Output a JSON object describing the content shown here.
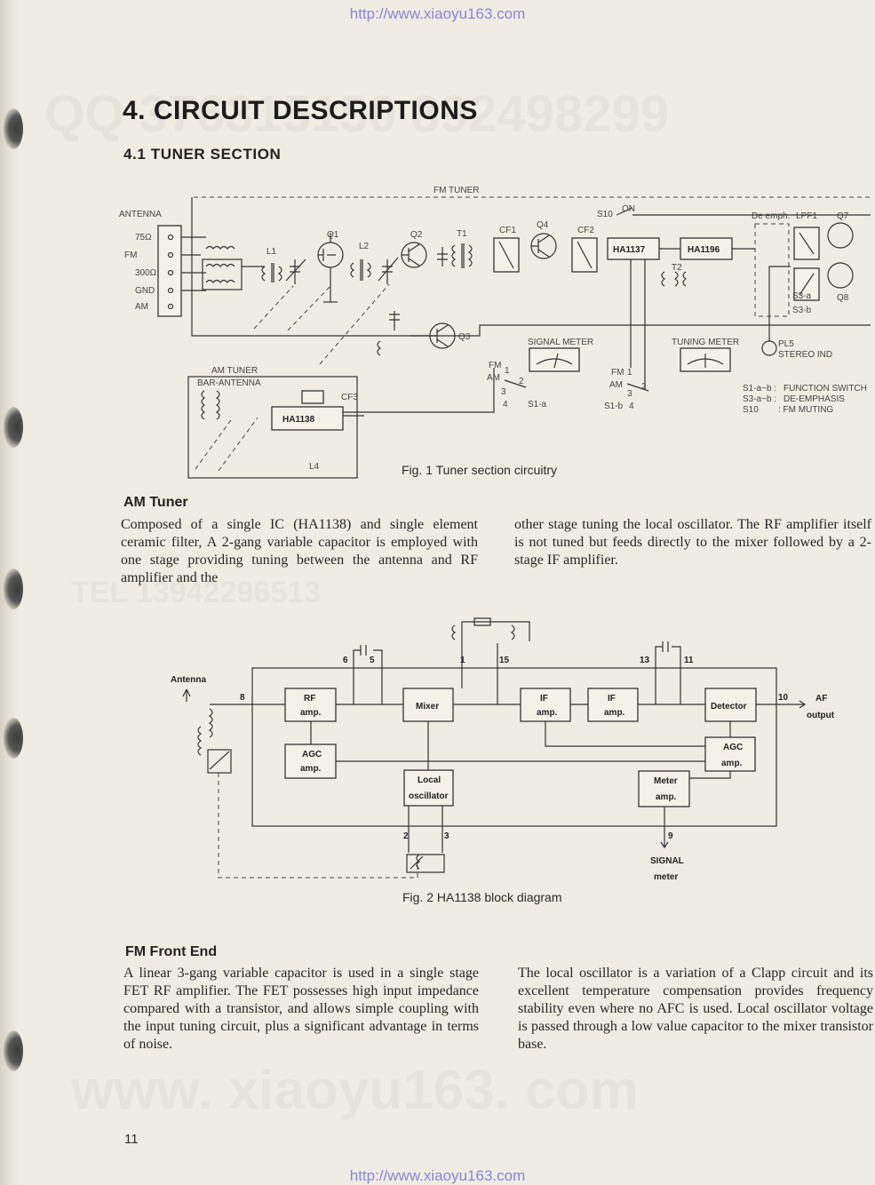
{
  "watermark": {
    "url": "http://www.xiaoyu163.com",
    "qq": "QQ 376315150  892498299",
    "tel": "TEL 13942296513",
    "big_url": "www. xiaoyu163. com"
  },
  "heading": "4. CIRCUIT DESCRIPTIONS",
  "subheading": "4.1 TUNER SECTION",
  "fig1": {
    "caption": "Fig. 1  Tuner section circuitry",
    "labels": {
      "fm_tuner": "FM TUNER",
      "antenna": "ANTENNA",
      "ohm75": "75Ω",
      "fm": "FM",
      "ohm300": "300Ω",
      "gnd": "GND",
      "am": "AM",
      "l1": "L1",
      "q1": "Q1",
      "l2": "L2",
      "q2": "Q2",
      "t1": "T1",
      "cf1": "CF1",
      "q4": "Q4",
      "cf2": "CF2",
      "s10": "S10",
      "on": "ON",
      "ha1137": "HA1137",
      "ha1196": "HA1196",
      "t2": "T2",
      "de_emph": "De emph.",
      "lpf1": "LPF1",
      "q7": "Q7",
      "q8": "Q8",
      "s3a": "S3-a",
      "s3b": "S3-b",
      "q3": "Q3",
      "signal_meter": "SIGNAL METER",
      "tuning_meter": "TUNING METER",
      "pl5": "PL5",
      "stereo_ind": "STEREO IND",
      "am_tuner": "AM TUNER",
      "bar_antenna": "BAR-ANTENNA",
      "cf3": "CF3",
      "ha1138": "HA1138",
      "l4": "L4",
      "sw_fm": "FM",
      "sw_am": "AM",
      "n1": "1",
      "n2": "2",
      "n3": "3",
      "n4": "4",
      "s1a": "S1-a",
      "s1b": "S1-b",
      "legend1_key": "S1-a~b :",
      "legend1_val": "FUNCTION SWITCH",
      "legend2_key": "S3-a~b :",
      "legend2_val": "DE-EMPHASIS",
      "legend3_key": "S10",
      "legend3_val": ": FM MUTING"
    }
  },
  "am_tuner": {
    "title": "AM Tuner",
    "col1": "Composed of a single IC (HA1138) and single element ceramic filter, A 2-gang variable capacitor is employed with one stage providing tuning between the antenna and RF amplifier and the",
    "col2": "other stage tuning the local oscillator. The RF amplifier itself is not tuned but feeds directly to the mixer followed by a 2-stage IF amplifier."
  },
  "fig2": {
    "caption": "Fig. 2  HA1138 block diagram",
    "blocks": {
      "rf1": "RF",
      "rf2": "amp.",
      "agc1": "AGC",
      "agc2": "amp.",
      "mixer": "Mixer",
      "lo1": "Local",
      "lo2": "oscillator",
      "if1a": "IF",
      "if1b": "amp.",
      "if2a": "IF",
      "if2b": "amp.",
      "detector": "Detector",
      "agc2a": "AGC",
      "agc2b": "amp.",
      "meter1": "Meter",
      "meter2": "amp."
    },
    "labels": {
      "antenna": "Antenna",
      "af1": "AF",
      "af2": "output",
      "sig1": "SIGNAL",
      "sig2": "meter"
    },
    "pins": [
      "8",
      "6",
      "5",
      "1",
      "15",
      "13",
      "11",
      "10",
      "2",
      "3",
      "9"
    ]
  },
  "fm_front_end": {
    "title": "FM Front End",
    "col1": "A linear 3-gang variable capacitor is used in a single stage FET RF amplifier. The FET possesses high input impedance compared with a transistor, and allows simple coupling with the input tuning circuit, plus a significant advantage in terms of noise.",
    "col2": "The local oscillator is a variation of a Clapp circuit and its excellent temperature compensation provides frequency stability even where no AFC is used. Local oscillator voltage is passed through a low value capacitor to the mixer transistor base."
  },
  "page_number": "11"
}
